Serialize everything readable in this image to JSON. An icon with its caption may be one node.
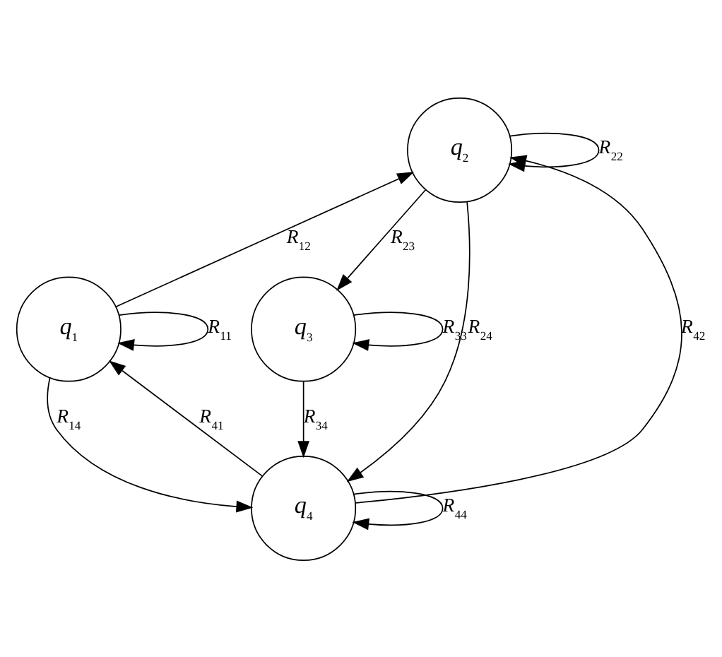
{
  "diagram": {
    "nodes": [
      {
        "text": [
          "q$_{1}$"
        ]
      },
      {
        "text": [
          "q$_{2}$"
        ]
      },
      {
        "text": [
          "q$_{3}$"
        ]
      },
      {
        "text": [
          "q$_{4}$"
        ]
      }
    ],
    "edges": [
      {
        "from": 0,
        "to": 0,
        "arrow": "to",
        "label": "R$_{11}$"
      },
      {
        "from": 0,
        "to": 1,
        "arrow": "to",
        "label": "R$_{12}$"
      },
      {
        "from": 1,
        "to": 1,
        "arrow": "to",
        "label": "R$_{22}$"
      },
      {
        "from": 1,
        "to": 2,
        "arrow": "to",
        "label": "R$_{23}$"
      },
      {
        "from": 2,
        "to": 2,
        "arrow": "to",
        "label": "R$_{33}$"
      },
      {
        "from": 0,
        "to": 3,
        "arrow": "to",
        "label": "R$_{14}$"
      },
      {
        "from": 3,
        "to": 0,
        "arrow": "to",
        "label": "R$_{41}$"
      },
      {
        "from": 3,
        "to": 1,
        "arrow": "to",
        "label": "R$_{42}$"
      },
      {
        "from": 1,
        "to": 3,
        "arrow": "to",
        "label": "R$_{24}$"
      },
      {
        "from": 2,
        "to": 3,
        "arrow": "to",
        "label": "R$_{34}$"
      },
      {
        "from": 3,
        "to": 3,
        "arrow": "to",
        "label": "R$_{44}$"
      }
    ]
  }
}
